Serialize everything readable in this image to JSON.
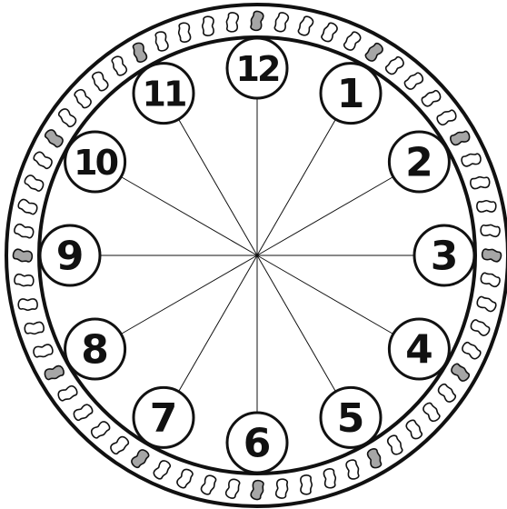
{
  "clock": {
    "hour_numbers": [
      "12",
      "1",
      "2",
      "3",
      "4",
      "5",
      "6",
      "7",
      "8",
      "9",
      "10",
      "11"
    ],
    "minute_bead_count": 60,
    "shaded_bead_interval": 5,
    "colors": {
      "stroke": "#111111",
      "face": "#ffffff",
      "bead_fill": "#ffffff",
      "bead_shaded": "#a6a6a6"
    }
  }
}
